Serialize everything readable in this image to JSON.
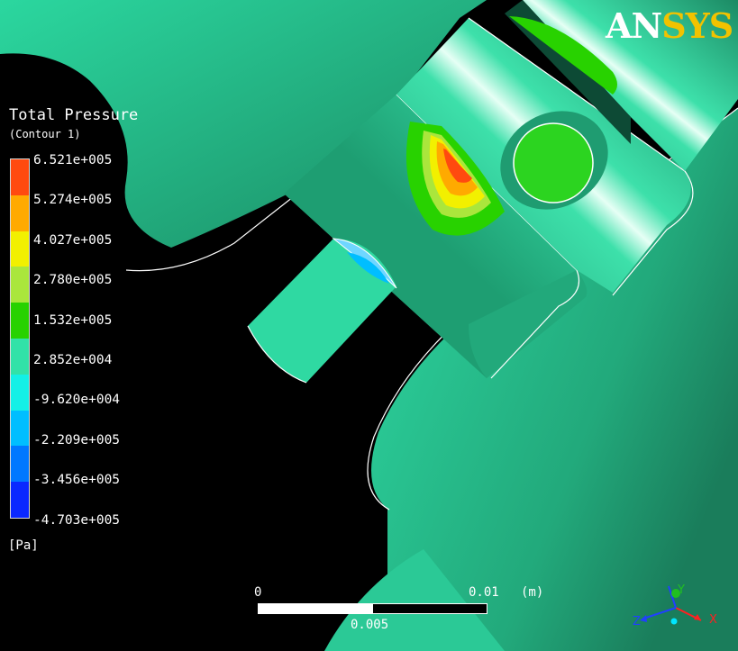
{
  "logo": {
    "text_a": "AN",
    "text_b": "SYS",
    "color_a": "#ffffff",
    "color_b": "#f2c200"
  },
  "legend": {
    "title": "Total Pressure",
    "subtitle": "(Contour 1)",
    "labels": [
      "6.521e+005",
      "5.274e+005",
      "4.027e+005",
      "2.780e+005",
      "1.532e+005",
      "2.852e+004",
      "-9.620e+004",
      "-2.209e+005",
      "-3.456e+005",
      "-4.703e+005"
    ],
    "colors": [
      "#ff4a0f",
      "#ffaa00",
      "#f2f000",
      "#aae63c",
      "#28d200",
      "#32e2a8",
      "#14f0e6",
      "#00beff",
      "#0078ff",
      "#0a28ff"
    ],
    "unit": "[Pa]"
  },
  "scale": {
    "start": "0",
    "end": "0.01",
    "unit": "(m)",
    "mid": "0.005"
  },
  "triad": {
    "x_label": "X",
    "y_label": "Y",
    "z_label": "Z",
    "x_color": "#ff2020",
    "y_color": "#20c020",
    "z_color": "#2040ff"
  }
}
